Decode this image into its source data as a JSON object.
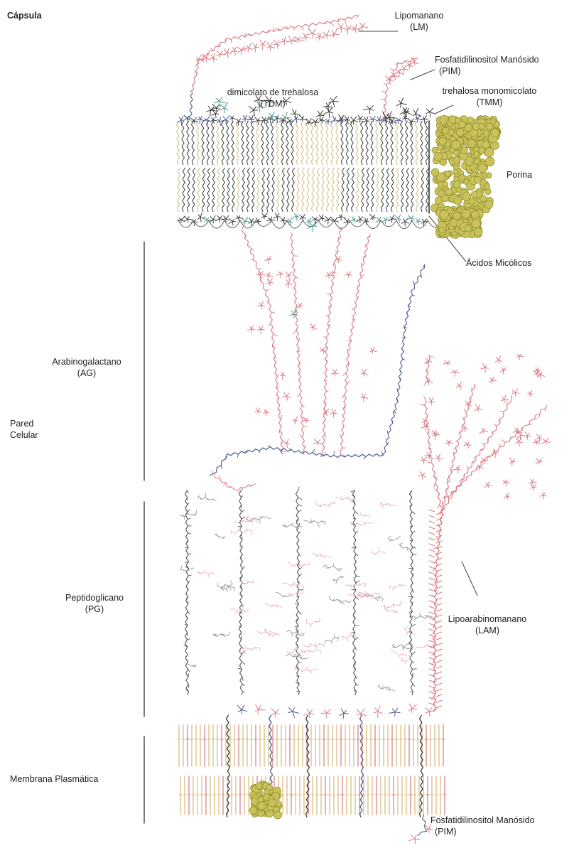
{
  "labels": {
    "capsule": "Cápsula",
    "lipomannan": {
      "name": "Lipomanano",
      "abbr": "(LM)"
    },
    "pim_top": {
      "name": "Fosfatidilinositol Manósido",
      "abbr": "(PIM)"
    },
    "tdm": {
      "name": "dimicolato de trehalosa",
      "abbr": "(TDM)"
    },
    "tmm": {
      "name": "trehalosa monomicolato",
      "abbr": "(TMM)"
    },
    "porin": "Porina",
    "mycolic_acids": "Ácidos Micólicos",
    "arabinogalactan": {
      "name": "Arabinogalactano",
      "abbr": "(AG)"
    },
    "cell_wall": {
      "line1": "Pared",
      "line2": "Celular"
    },
    "peptidoglycan": {
      "name": "Peptidoglicano",
      "abbr": "(PG)"
    },
    "lam": {
      "name": "Lipoarabinomanano",
      "abbr": "(LAM)"
    },
    "plasma_membrane": "Membrana Plasmática",
    "pim_bottom": {
      "name": "Fosfatidilinositol Manósido",
      "abbr": "(PIM)"
    }
  },
  "colors": {
    "lipid_tan": "#d8b97a",
    "lipid_dark": "#3a3a3a",
    "sugar_pink": "#d97a86",
    "sugar_light_pink": "#e8b5bd",
    "sugar_blue": "#4a5c8e",
    "porin_yellow": "#c9c25a",
    "teal": "#4c9a92",
    "leader": "#444444"
  }
}
